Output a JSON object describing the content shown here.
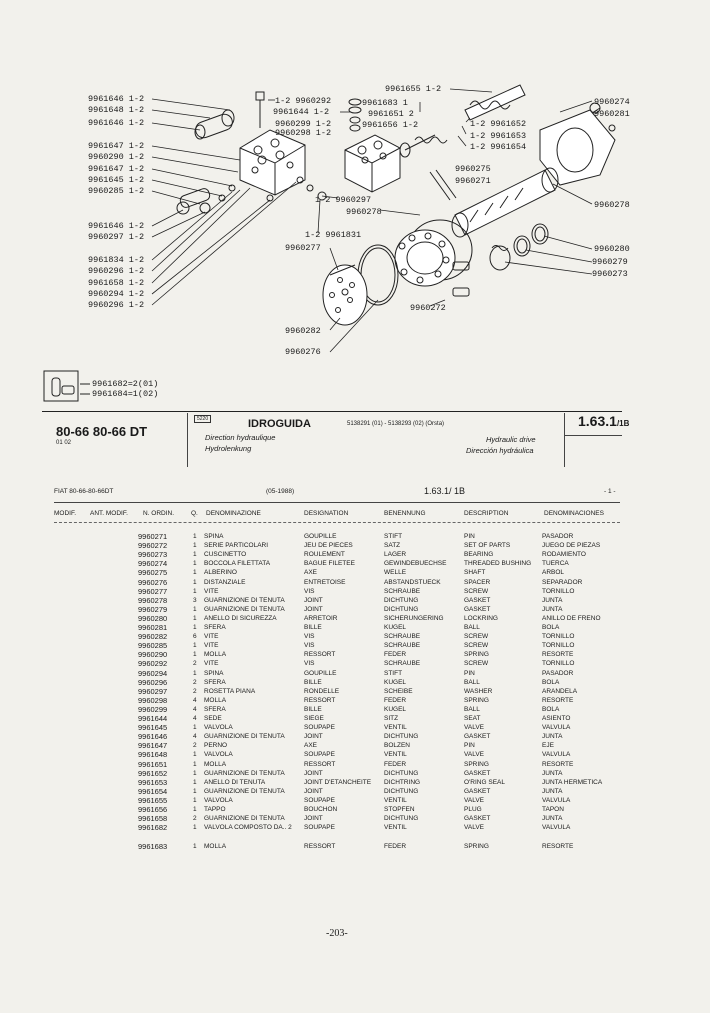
{
  "callouts": {
    "left": [
      {
        "text": "9961646 1-2"
      },
      {
        "text": "9961648 1-2"
      },
      {
        "text": "9961646 1-2"
      },
      {
        "text": "9961647 1-2"
      },
      {
        "text": "9960290 1-2"
      },
      {
        "text": "9961647 1-2"
      },
      {
        "text": "9961645 1-2"
      },
      {
        "text": "9960285 1-2"
      },
      {
        "text": "9961646 1-2"
      },
      {
        "text": "9960297 1-2"
      },
      {
        "text": "9961834 1-2"
      },
      {
        "text": "9960296 1-2"
      },
      {
        "text": "9961658 1-2"
      },
      {
        "text": "9960294 1-2"
      },
      {
        "text": "9960296 1-2"
      }
    ],
    "center": [
      {
        "text": "1-2 9960292"
      },
      {
        "text": "9961644 1-2"
      },
      {
        "text": "9960299 1-2"
      },
      {
        "text": "9960298 1-2"
      },
      {
        "text": "9961683 1"
      },
      {
        "text": "9961651 2"
      },
      {
        "text": "9961656 1-2"
      },
      {
        "text": "9961655 1-2"
      },
      {
        "text": "1-2 9961652"
      },
      {
        "text": "1-2 9961653"
      },
      {
        "text": "1-2 9961654"
      },
      {
        "text": "9960275"
      },
      {
        "text": "9960271"
      },
      {
        "text": "1-2 9960297"
      },
      {
        "text": "9960278"
      },
      {
        "text": "1-2 9961831"
      },
      {
        "text": "9960277"
      },
      {
        "text": "9960272"
      },
      {
        "text": "9960282"
      },
      {
        "text": "9960276"
      }
    ],
    "right": [
      {
        "text": "9960274"
      },
      {
        "text": "9960281"
      },
      {
        "text": "9960278"
      },
      {
        "text": "9960280"
      },
      {
        "text": "9960279"
      },
      {
        "text": "9960273"
      }
    ],
    "inset": [
      "9961682=2(01)",
      "9961684=1(02)"
    ]
  },
  "title_block": {
    "model": "80-66 80-66 DT",
    "model_sub": "01  02",
    "code": "5220",
    "title": "IDROGUIDA",
    "codes": "5138291 (01) - 5138293 (02) (Orsta)",
    "fr": "Direction hydraulique",
    "de": "Hydrolenkung",
    "en": "Hydraulic drive",
    "es": "Dirección hydráulica",
    "page_ref": "1.63.1",
    "page_ref_sub": "/1B"
  },
  "list_header": {
    "model": "FIAT 80-66-80-66DT",
    "date": "(05-1988)",
    "ref": "1.63.1/ 1B",
    "page": "- 1 -",
    "columns": [
      "MODIF.",
      "ANT. MODIF.",
      "N. ORDIN.",
      "Q.",
      "DENOMINAZIONE",
      "DESIGNATION",
      "BENENNUNG",
      "DESCRIPTION",
      "DENOMINACIONES"
    ]
  },
  "parts": [
    {
      "pn": "9960271",
      "q": "1",
      "it": "SPINA",
      "fr": "GOUPILLE",
      "de": "STIFT",
      "en": "PIN",
      "es": "PASADOR"
    },
    {
      "pn": "9960272",
      "q": "1",
      "it": "SERIE PARTICOLARI",
      "fr": "JEU DE PIECES",
      "de": "SATZ",
      "en": "SET OF PARTS",
      "es": "JUEGO DE PIEZAS"
    },
    {
      "pn": "9960273",
      "q": "1",
      "it": "CUSCINETTO",
      "fr": "ROULEMENT",
      "de": "LAGER",
      "en": "BEARING",
      "es": "RODAMIENTO"
    },
    {
      "pn": "9960274",
      "q": "1",
      "it": "BOCCOLA FILETTATA",
      "fr": "BAGUE FILETEE",
      "de": "GEWINDEBUECHSE",
      "en": "THREADED BUSHING",
      "es": "TUERCA"
    },
    {
      "pn": "9960275",
      "q": "1",
      "it": "ALBERINO",
      "fr": "AXE",
      "de": "WELLE",
      "en": "SHAFT",
      "es": "ARBOL"
    },
    {
      "pn": "9960276",
      "q": "1",
      "it": "DISTANZIALE",
      "fr": "ENTRETOISE",
      "de": "ABSTANDSTUECK",
      "en": "SPACER",
      "es": "SEPARADOR"
    },
    {
      "pn": "9960277",
      "q": "1",
      "it": "VITE",
      "fr": "VIS",
      "de": "SCHRAUBE",
      "en": "SCREW",
      "es": "TORNILLO"
    },
    {
      "pn": "9960278",
      "q": "3",
      "it": "GUARNIZIONE DI TENUTA",
      "fr": "JOINT",
      "de": "DICHTUNG",
      "en": "GASKET",
      "es": "JUNTA"
    },
    {
      "pn": "9960279",
      "q": "1",
      "it": "GUARNIZIONE DI TENUTA",
      "fr": "JOINT",
      "de": "DICHTUNG",
      "en": "GASKET",
      "es": "JUNTA"
    },
    {
      "pn": "9960280",
      "q": "1",
      "it": "ANELLO DI SICUREZZA",
      "fr": "ARRETOIR",
      "de": "SICHERUNGERING",
      "en": "LOCKRING",
      "es": "ANILLO DE FRENO"
    },
    {
      "pn": "9960281",
      "q": "1",
      "it": "SFERA",
      "fr": "BILLE",
      "de": "KUGEL",
      "en": "BALL",
      "es": "BOLA"
    },
    {
      "pn": "9960282",
      "q": "6",
      "it": "VITE",
      "fr": "VIS",
      "de": "SCHRAUBE",
      "en": "SCREW",
      "es": "TORNILLO"
    },
    {
      "pn": "9960285",
      "q": "1",
      "it": "VITE",
      "fr": "VIS",
      "de": "SCHRAUBE",
      "en": "SCREW",
      "es": "TORNILLO"
    },
    {
      "pn": "9960290",
      "q": "1",
      "it": "MOLLA",
      "fr": "RESSORT",
      "de": "FEDER",
      "en": "SPRING",
      "es": "RESORTE"
    },
    {
      "pn": "9960292",
      "q": "2",
      "it": "VITE",
      "fr": "VIS",
      "de": "SCHRAUBE",
      "en": "SCREW",
      "es": "TORNILLO"
    },
    {
      "pn": "9960294",
      "q": "1",
      "it": "SPINA",
      "fr": "GOUPILLE",
      "de": "STIFT",
      "en": "PIN",
      "es": "PASADOR"
    },
    {
      "pn": "9960296",
      "q": "2",
      "it": "SFERA",
      "fr": "BILLE",
      "de": "KUGEL",
      "en": "BALL",
      "es": "BOLA"
    },
    {
      "pn": "9960297",
      "q": "2",
      "it": "ROSETTA PIANA",
      "fr": "RONDELLE",
      "de": "SCHEIBE",
      "en": "WASHER",
      "es": "ARANDELA"
    },
    {
      "pn": "9960298",
      "q": "4",
      "it": "MOLLA",
      "fr": "RESSORT",
      "de": "FEDER",
      "en": "SPRING",
      "es": "RESORTE"
    },
    {
      "pn": "9960299",
      "q": "4",
      "it": "SFERA",
      "fr": "BILLE",
      "de": "KUGEL",
      "en": "BALL",
      "es": "BOLA"
    },
    {
      "pn": "9961644",
      "q": "4",
      "it": "SEDE",
      "fr": "SIEGE",
      "de": "SITZ",
      "en": "SEAT",
      "es": "ASIENTO"
    },
    {
      "pn": "9961645",
      "q": "1",
      "it": "VALVOLA",
      "fr": "SOUPAPE",
      "de": "VENTIL",
      "en": "VALVE",
      "es": "VALVULA"
    },
    {
      "pn": "9961646",
      "q": "4",
      "it": "GUARNIZIONE DI TENUTA",
      "fr": "JOINT",
      "de": "DICHTUNG",
      "en": "GASKET",
      "es": "JUNTA"
    },
    {
      "pn": "9961647",
      "q": "2",
      "it": "PERNO",
      "fr": "AXE",
      "de": "BOLZEN",
      "en": "PIN",
      "es": "EJE"
    },
    {
      "pn": "9961648",
      "q": "1",
      "it": "VALVOLA",
      "fr": "SOUPAPE",
      "de": "VENTIL",
      "en": "VALVE",
      "es": "VALVULA"
    },
    {
      "pn": "9961651",
      "q": "1",
      "it": "MOLLA",
      "fr": "RESSORT",
      "de": "FEDER",
      "en": "SPRING",
      "es": "RESORTE"
    },
    {
      "pn": "9961652",
      "q": "1",
      "it": "GUARNIZIONE DI TENUTA",
      "fr": "JOINT",
      "de": "DICHTUNG",
      "en": "GASKET",
      "es": "JUNTA"
    },
    {
      "pn": "9961653",
      "q": "1",
      "it": "ANELLO DI TENUTA",
      "fr": "JOINT D'ETANCHEITE",
      "de": "DICHTRING",
      "en": "O'RING SEAL",
      "es": "JUNTA HERMETICA"
    },
    {
      "pn": "9961654",
      "q": "1",
      "it": "GUARNIZIONE DI TENUTA",
      "fr": "JOINT",
      "de": "DICHTUNG",
      "en": "GASKET",
      "es": "JUNTA"
    },
    {
      "pn": "9961655",
      "q": "1",
      "it": "VALVOLA",
      "fr": "SOUPAPE",
      "de": "VENTIL",
      "en": "VALVE",
      "es": "VALVULA"
    },
    {
      "pn": "9961656",
      "q": "1",
      "it": "TAPPO",
      "fr": "BOUCHON",
      "de": "STOPFEN",
      "en": "PLUG",
      "es": "TAPON"
    },
    {
      "pn": "9961658",
      "q": "2",
      "it": "GUARNIZIONE DI TENUTA",
      "fr": "JOINT",
      "de": "DICHTUNG",
      "en": "GASKET",
      "es": "JUNTA"
    },
    {
      "pn": "9961682",
      "q": "1",
      "it": "VALVOLA COMPOSTO DA.. 2",
      "fr": "SOUPAPE",
      "de": "VENTIL",
      "en": "VALVE",
      "es": "VALVULA"
    },
    {
      "pn": "9961683",
      "q": "1",
      "it": "MOLLA",
      "fr": "RESSORT",
      "de": "FEDER",
      "en": "SPRING",
      "es": "RESORTE"
    }
  ],
  "footer": {
    "page_number": "-203-"
  }
}
